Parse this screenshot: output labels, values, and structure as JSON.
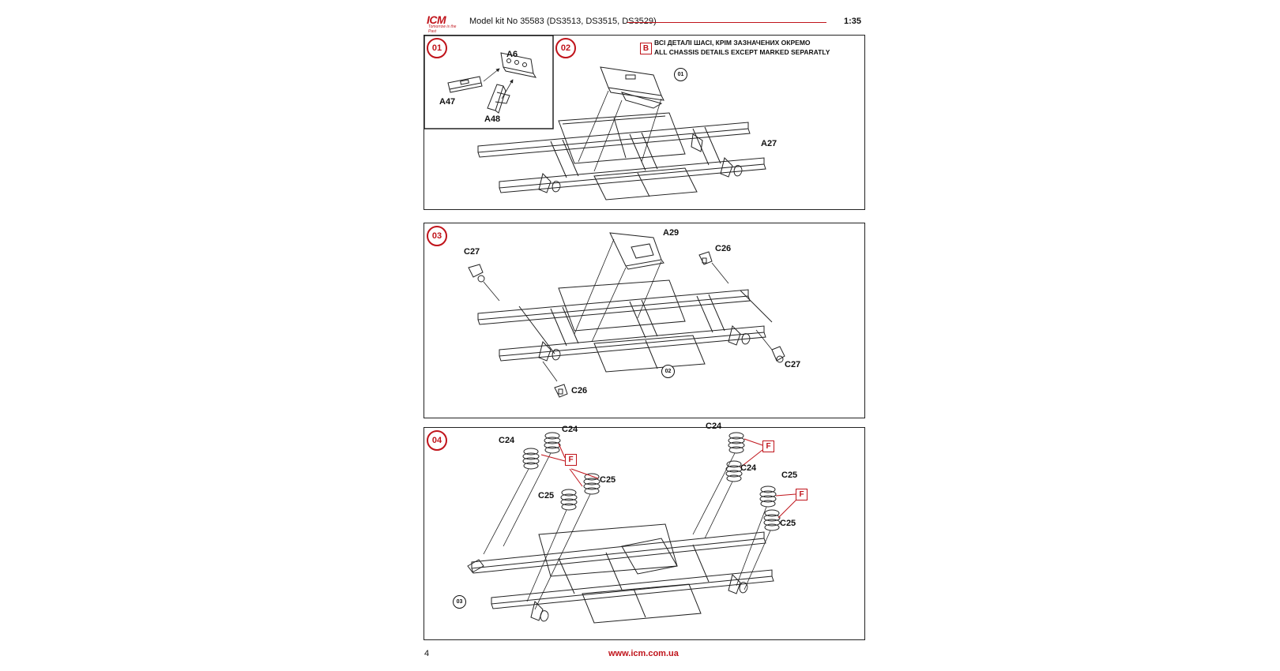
{
  "header": {
    "logo": {
      "brand": "ICM",
      "tagline": "Tomorrow is the Past"
    },
    "kit_title": "Model kit No 35583 (DS3513, DS3515, DS3529)",
    "scale": "1:35"
  },
  "steps": [
    {
      "number": "01",
      "parts": [
        "A6",
        "A47",
        "A48"
      ]
    },
    {
      "number": "02",
      "note_marker": "B",
      "note_lines": [
        "ВСІ ДЕТАЛІ ШАСІ, КРІМ ЗАЗНАЧЕНИХ ОКРЕМО",
        "ALL CHASSIS DETAILS EXCEPT MARKED SEPARATLY"
      ],
      "ref": "01",
      "parts": [
        "A27"
      ]
    },
    {
      "number": "03",
      "ref": "02",
      "parts": [
        "A29",
        "C27",
        "C26",
        "C26",
        "C27"
      ]
    },
    {
      "number": "04",
      "ref": "03",
      "paint_marker": "F",
      "parts": [
        "C24",
        "C24",
        "C25",
        "C25",
        "C24",
        "C24",
        "C25",
        "C25"
      ]
    }
  ],
  "footer": {
    "page_number": "4",
    "url": "www.icm.com.ua"
  },
  "colors": {
    "accent": "#c0141b",
    "line": "#222222"
  }
}
